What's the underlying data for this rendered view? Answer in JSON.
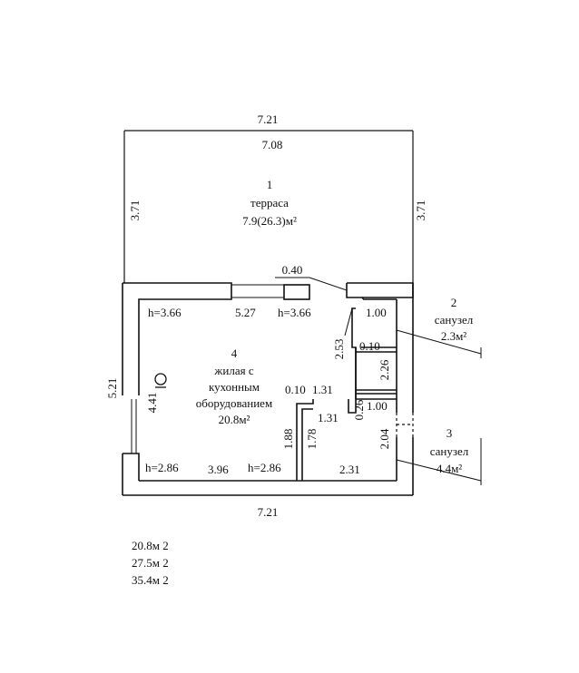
{
  "terrace": {
    "outer_width": "7.21",
    "inner_width": "7.08",
    "left_height": "3.71",
    "right_height": "3.71",
    "number": "1",
    "name": "терраса",
    "area": "7.9(26.3)м²",
    "opening": "0.40"
  },
  "room4": {
    "number": "4",
    "name_line1": "жилая с",
    "name_line2": "кухонным",
    "name_line3": "оборудованием",
    "area": "20.8м²",
    "h_top_left": "h=3.66",
    "h_top_mid": "h=3.66",
    "top_width": "5.27",
    "h_bottom_left": "h=2.86",
    "h_bottom_mid": "h=2.86",
    "bottom_width": "3.96",
    "left_height": "4.41",
    "outer_left_height": "5.21",
    "partition_thickness": "0.10",
    "partition_width": "1.31",
    "partition_height_a": "1.88",
    "partition_height_b": "1.78",
    "inner_width": "1.31"
  },
  "room2": {
    "number": "2",
    "name": "санузел",
    "area": "2.3м²",
    "width": "1.00",
    "height": "2.26",
    "wall": "2.53",
    "thickness": "0.10"
  },
  "room3": {
    "number": "3",
    "name": "санузел",
    "area": "4.4м²",
    "width_top": "1.00",
    "wall": "0.26",
    "height": "2.04",
    "width": "2.31"
  },
  "bottom_width": "7.21",
  "totals": [
    "20.8м 2",
    "27.5м 2",
    "35.4м 2"
  ]
}
